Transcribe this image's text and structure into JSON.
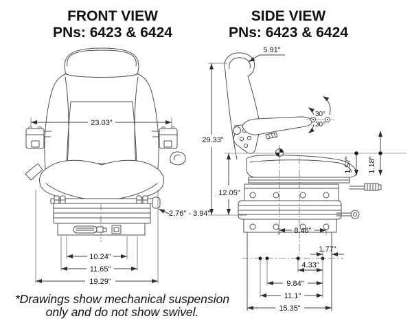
{
  "front_view": {
    "title": "FRONT VIEW",
    "part_numbers": "PNs: 6423 & 6424",
    "dims": {
      "overall_width": "23.03\"",
      "adjuster_knob_range": "2.76\" - 3.94\"",
      "mount_width_inner": "10.24\"",
      "mount_width_outer": "11.65\"",
      "overall_base_width": "19.29\""
    }
  },
  "side_view": {
    "title": "SIDE VIEW",
    "part_numbers": "PNs: 6423 & 6424",
    "dims": {
      "headrest_depth": "5.91\"",
      "armrest_tilt_up": "30°",
      "armrest_tilt_down": "30°",
      "overall_height": "29.33\"",
      "suspension_height": "12.05\"",
      "sip_to_cushion": "1.57\"",
      "ride_travel": "1.18\"",
      "mount_span_upper": "8.46\"",
      "mount_offset_rear": "1.77\"",
      "mount_span_a": "4.33\"",
      "mount_span_b": "9.84\"",
      "mount_span_c": "11.1\"",
      "overall_depth": "15.35\""
    }
  },
  "footnote": "*Drawings show mechanical suspension only and do not show swivel."
}
